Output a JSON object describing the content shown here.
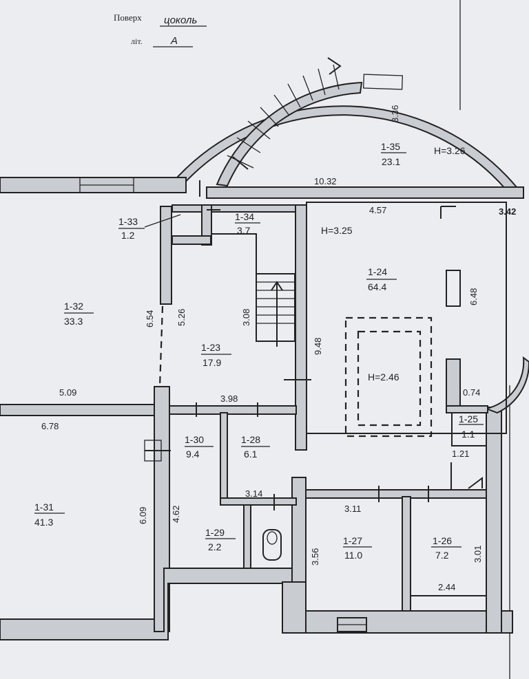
{
  "header": {
    "line1_left": "Поверх",
    "line1_hand": "цоколь",
    "line2_left": "літ.",
    "line2_hand": "А"
  },
  "rooms": [
    {
      "id": "1-35",
      "area": "23.1"
    },
    {
      "id": "1-34",
      "area": "3.7"
    },
    {
      "id": "1-33",
      "area": "1.2"
    },
    {
      "id": "1-32",
      "area": "33.3"
    },
    {
      "id": "1-24",
      "area": "64.4"
    },
    {
      "id": "1-23",
      "area": "17.9"
    },
    {
      "id": "1-25",
      "area": "1.1"
    },
    {
      "id": "1-30",
      "area": "9.4"
    },
    {
      "id": "1-28",
      "area": "6.1"
    },
    {
      "id": "1-31",
      "area": "41.3"
    },
    {
      "id": "1-29",
      "area": "2.2"
    },
    {
      "id": "1-27",
      "area": "11.0"
    },
    {
      "id": "1-26",
      "area": "7.2"
    }
  ],
  "heights": {
    "h_35": "H=3.26",
    "h_24": "H=3.25",
    "h_inner": "H=2.46"
  },
  "dimensions": {
    "d_336": "3.36",
    "d_1032": "10.32",
    "d_457": "4.57",
    "d_342": "3.42",
    "d_648": "6.48",
    "d_654": "6.54",
    "d_526": "5.26",
    "d_308": "3.08",
    "d_948": "9.48",
    "d_509": "5.09",
    "d_398": "3.98",
    "d_074": "0.74",
    "d_678": "6.78",
    "d_121": "1.21",
    "d_462": "4.62",
    "d_609": "6.09",
    "d_314": "3.14",
    "d_311": "3.11",
    "d_356": "3.56",
    "d_301": "3.01",
    "d_244": "2.44"
  }
}
